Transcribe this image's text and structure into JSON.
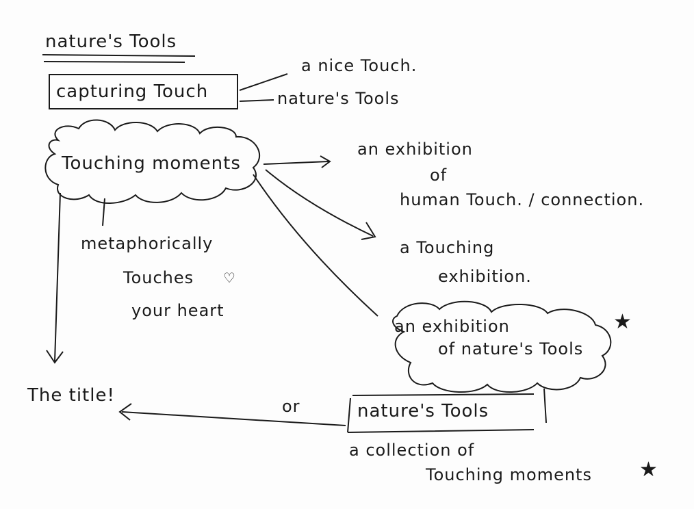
{
  "title": "nature's Tools",
  "capturing_box": "capturing Touch",
  "branch_right": [
    "a nice Touch.",
    "nature's Tools"
  ],
  "cloud_left": "Touching moments",
  "meaning_lines": [
    "metaphorically",
    "Touches",
    "your heart"
  ],
  "heart_symbol": "♡",
  "exhibition_lines": [
    "an exhibition",
    "of",
    "human Touch. / connection."
  ],
  "touching_exhibition_lines": [
    "a Touching",
    "exhibition."
  ],
  "cloud_right_lines": [
    "an exhibition",
    "of nature's Tools"
  ],
  "star_symbol": "★",
  "title_label": "The title!",
  "or_label": "or",
  "final_box": "nature's Tools",
  "collection_lines": [
    "a collection of",
    "Touching moments"
  ]
}
